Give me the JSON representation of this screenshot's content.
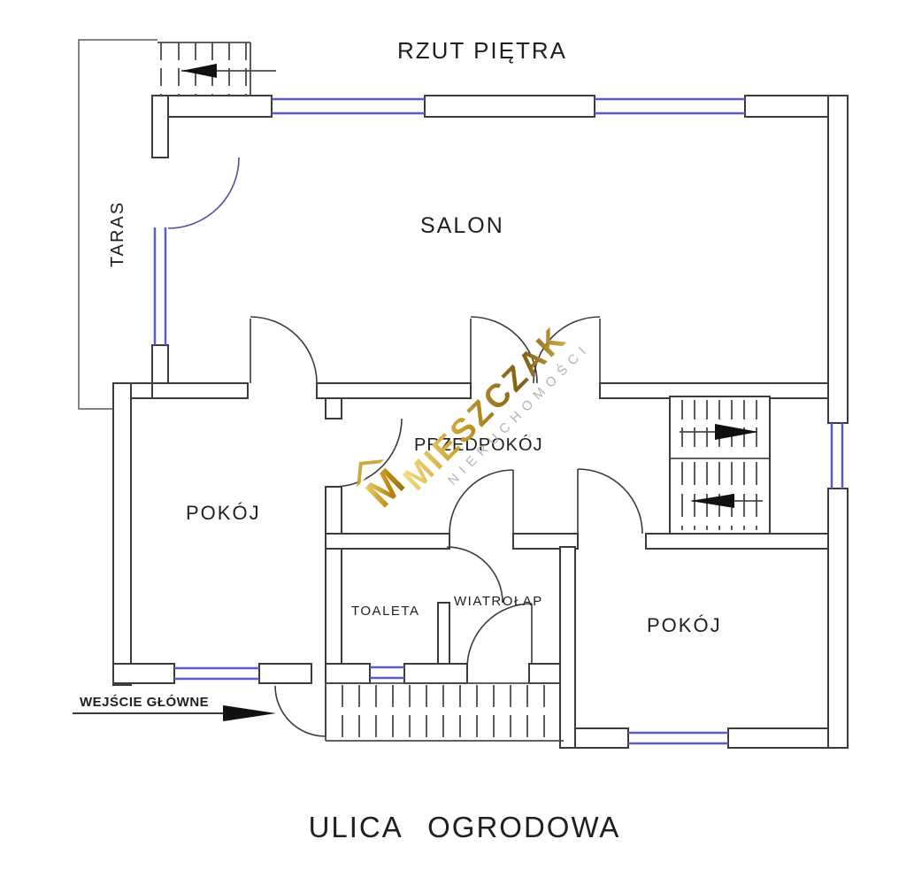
{
  "title": "RZUT PIĘTRA",
  "street_label": "ULICA OGRODOWA",
  "entrance": {
    "label": "WEJŚCIE GŁÓWNE",
    "arrow_icon": "entrance-direction-arrow"
  },
  "rooms": {
    "salon": "SALON",
    "pokoj_left": "POKÓJ",
    "pokoj_right": "POKÓJ",
    "przedpokoj": "PRZEDPOKÓJ",
    "toaleta": "TOALETA",
    "wiatrolap": "WIATROŁAP",
    "taras": "TARAS"
  },
  "stairs": {
    "interior_up_arrow_icon": "stairs-arrow-right",
    "interior_down_arrow_icon": "stairs-arrow-left",
    "exterior_top_arrow_icon": "stairs-arrow-left"
  },
  "watermark": {
    "brand": "MIESZCZAK",
    "subtitle": "NIERUCHOMOŚCI",
    "logo_letter": "M"
  },
  "colors": {
    "wall_line": "#3b3b3b",
    "window_glass": "#5a5ac8",
    "terrace_door": "#5050a0",
    "watermark_gold": "#caa12c",
    "text": "#1f1f1f"
  }
}
